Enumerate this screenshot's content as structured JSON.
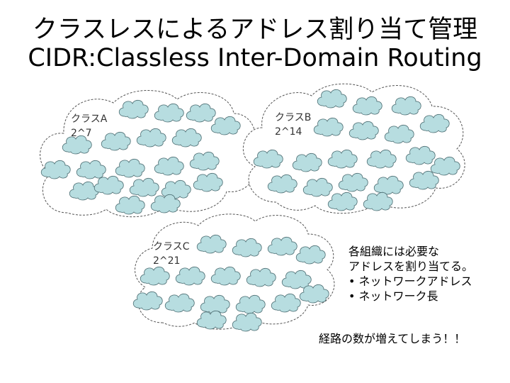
{
  "title": {
    "line1": "クラスレスによるアドレス割り当て管理",
    "line2": "CIDR:Classless Inter-Domain Routing"
  },
  "clouds": [
    {
      "id": "a",
      "label_name": "クラスA",
      "label_size": "2^7"
    },
    {
      "id": "b",
      "label_name": "クラスB",
      "label_size": "2^14"
    },
    {
      "id": "c",
      "label_name": "クラスC",
      "label_size": "2^21"
    }
  ],
  "note": {
    "line1": "各組織には必要な",
    "line2": "アドレスを割り当てる。",
    "items": [
      "ネットワークアドレス",
      "ネットワーク長"
    ]
  },
  "footer": "経路の数が増えてしまう！！",
  "colors": {
    "small_cloud_fill": "#b7dde0",
    "small_cloud_stroke": "#4a6b70",
    "big_cloud_stroke": "#555555"
  }
}
